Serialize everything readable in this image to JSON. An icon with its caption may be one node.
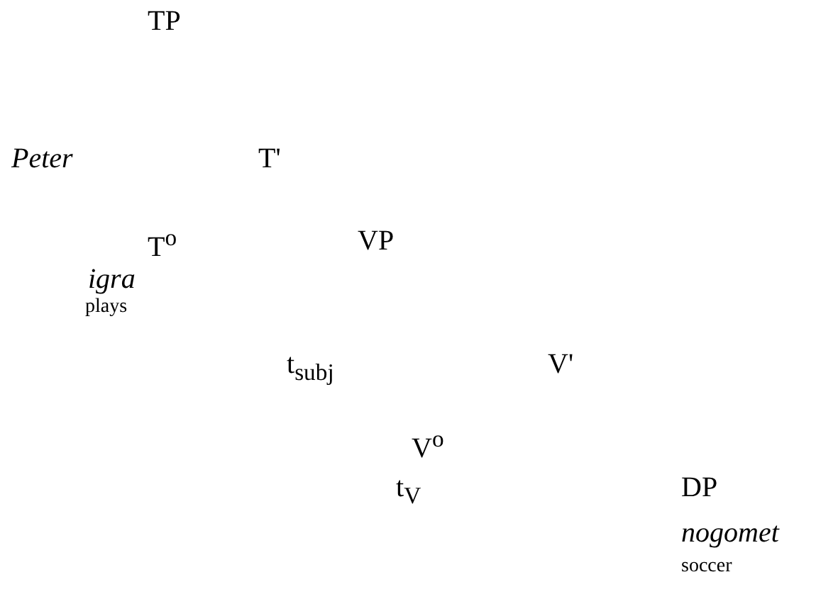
{
  "diagram": {
    "labels": [
      "TP",
      "Peter",
      "T'",
      "T$^{o}$",
      "VP",
      "igra",
      "plays",
      "t$_{subj}$",
      "V'",
      "V$^{o}$",
      "t$_{V}$",
      "DP",
      "nogomet",
      "soccer"
    ]
  }
}
